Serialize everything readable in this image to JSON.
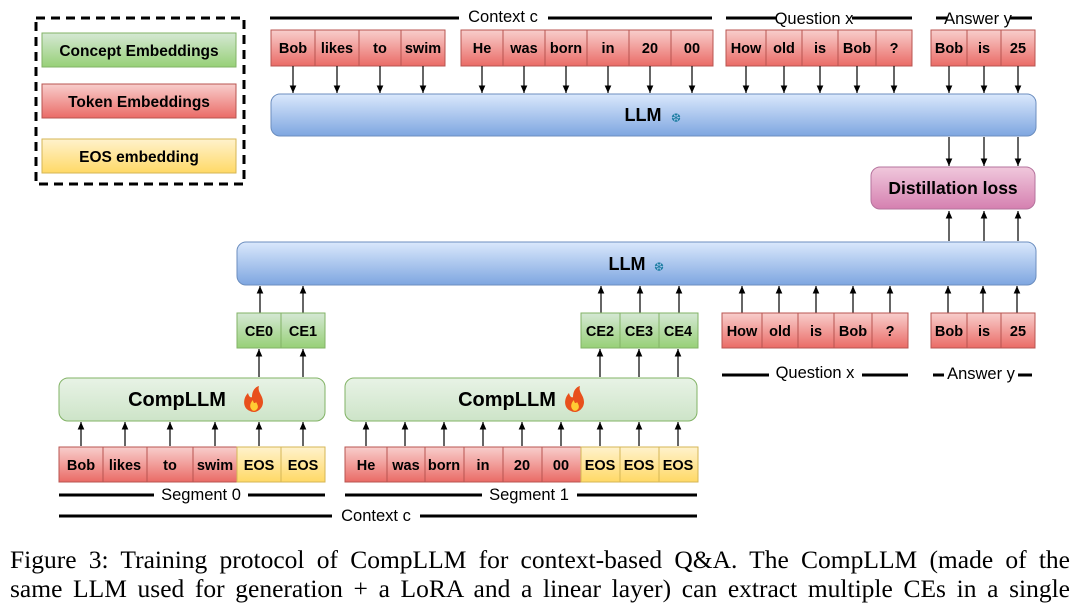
{
  "legend": {
    "concept": "Concept Embeddings",
    "token": "Token Embeddings",
    "eos": "EOS embedding"
  },
  "colors": {
    "concept_fill": "#d5e8d4",
    "concept_stroke": "#82b366",
    "token_fill": "#f8cecc",
    "token_stroke": "#b85450",
    "eos_fill": "#fff2cc",
    "eos_stroke": "#d6b656",
    "llm_fill": "#dae8fc",
    "llm_stroke": "#6c8ebf",
    "loss_fill": "#e6a0c4",
    "loss_stroke": "#b5739d",
    "frozen_icon": "#1a7ca0",
    "fire_icon": "#e8501c"
  },
  "top_row": {
    "context_label": "Context c",
    "context_tokens": [
      "Bob",
      "likes",
      "to",
      "swim",
      "He",
      "was",
      "born",
      "in",
      "20",
      "00"
    ],
    "question_label": "Question x",
    "question_tokens": [
      "How",
      "old",
      "is",
      "Bob",
      "?"
    ],
    "answer_label": "Answer y",
    "answer_tokens": [
      "Bob",
      "is",
      "25"
    ]
  },
  "llm_label": "LLM",
  "frozen_icon_name": "snowflake-icon",
  "loss_label": "Distillation loss",
  "bottom": {
    "ce_left": [
      "CE0",
      "CE1"
    ],
    "ce_right": [
      "CE2",
      "CE3",
      "CE4"
    ],
    "compllm_label": "CompLLM",
    "trainable_icon_name": "fire-icon",
    "segment0_tokens": [
      "Bob",
      "likes",
      "to",
      "swim"
    ],
    "segment0_eos": [
      "EOS",
      "EOS"
    ],
    "segment1_tokens": [
      "He",
      "was",
      "born",
      "in",
      "20",
      "00"
    ],
    "segment1_eos": [
      "EOS",
      "EOS",
      "EOS"
    ],
    "segment0_label": "Segment 0",
    "segment1_label": "Segment 1",
    "context_label": "Context c",
    "question_tokens": [
      "How",
      "old",
      "is",
      "Bob",
      "?"
    ],
    "question_label": "Question x",
    "answer_tokens": [
      "Bob",
      "is",
      "25"
    ],
    "answer_label": "Answer y"
  },
  "caption": {
    "line1": "Figure 3: Training protocol of CompLLM for context-based Q&A. The CompLLM (made of the",
    "line2": "same LLM used for generation + a LoRA and a linear layer) can extract multiple CEs in a single"
  }
}
